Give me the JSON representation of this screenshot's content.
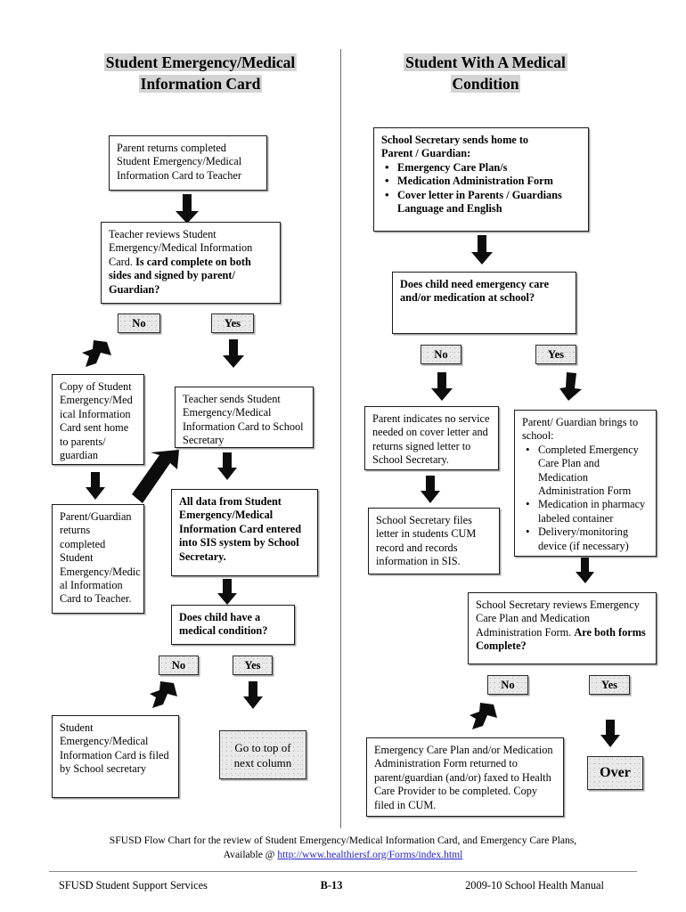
{
  "document": {
    "left_column_title_line1": "Student Emergency/Medical",
    "left_column_title_line2": "Information Card",
    "right_column_title_line1": "Student With A Medical",
    "right_column_title_line2": "Condition"
  },
  "left_flow": {
    "box1": "Parent returns completed Student Emergency/Medical Information Card to Teacher",
    "box2_normal": "Teacher reviews Student Emergency/Medical Information Card. ",
    "box2_bold": "Is card complete on both sides and  signed by parent/ Guardian?",
    "no_label_1": "No",
    "yes_label_1": "Yes",
    "box3": "Copy of Student Emergency/Med ical Information Card sent home to parents/ guardian",
    "box4": "Teacher sends Student Emergency/Medical Information Card to School Secretary",
    "box5": "Parent/Guardian returns completed Student Emergency/Medic al Information Card to Teacher.",
    "box6": "All data from Student Emergency/Medical Information Card entered into SIS system by School Secretary.",
    "box7": "Does child have a medical condition?",
    "no_label_2": "No",
    "yes_label_2": "Yes",
    "box8": "Student Emergency/Medical Information Card is filed by School secretary",
    "goto_label": "Go to top of next column"
  },
  "right_flow": {
    "box1_head_line1": "School Secretary sends home to",
    "box1_head_line2": "Parent / Guardian:",
    "box1_bullets": [
      "Emergency Care Plan/s",
      "Medication Administration Form",
      "Cover letter in Parents / Guardians Language and English"
    ],
    "box2": "Does child need emergency care and/or medication at school?",
    "no_label_1": "No",
    "yes_label_1": "Yes",
    "box3": "Parent indicates no service needed on cover letter and returns signed letter to School Secretary.",
    "box4": "School Secretary files letter in students CUM record and records information in SIS.",
    "box5_head_line1": "Parent/ Guardian brings to",
    "box5_head_line2": "school:",
    "box5_bullets": [
      "Completed Emergency Care Plan and Medication Administration Form",
      "Medication in pharmacy labeled container",
      "Delivery/monitoring device (if necessary)"
    ],
    "box6_normal": "School Secretary reviews Emergency Care Plan and Medication Administration Form. ",
    "box6_bold": "Are both forms Complete?",
    "no_label_2": "No",
    "yes_label_2": "Yes",
    "box7": "Emergency Care Plan and/or Medication Administration Form returned to parent/guardian (and/or) faxed to Health Care Provider to be completed.  Copy filed in CUM.",
    "over_label": "Over"
  },
  "footer": {
    "note_line1": "SFUSD Flow Chart for the review of Student Emergency/Medical Information Card, and Emergency Care Plans,",
    "note_line2_prefix": "Available @ ",
    "note_link": "http://www.healthiersf.org/Forms/index.html",
    "left": "SFUSD Student Support Services",
    "center": "B-13",
    "right": "2009-10 School Health Manual"
  },
  "colors": {
    "chip_fill": "#e9e9e9",
    "title_highlight": "#d4d4d4",
    "link": "#2222cc",
    "border": "#1a1a1a"
  }
}
